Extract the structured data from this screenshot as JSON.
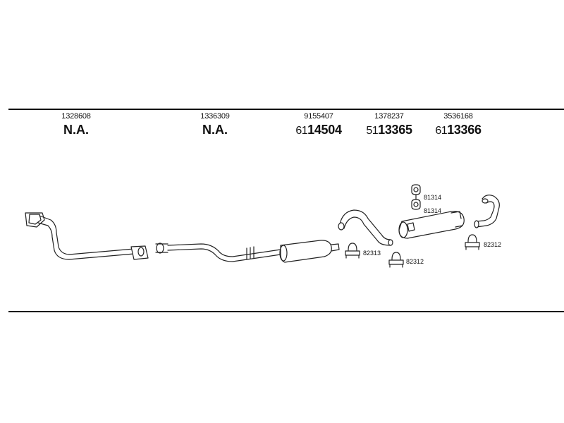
{
  "parts": [
    {
      "oe": "1328608",
      "ref_prefix": "",
      "ref_main": "",
      "ref_na": "N.A."
    },
    {
      "oe": "1336309",
      "ref_prefix": "",
      "ref_main": "",
      "ref_na": "N.A."
    },
    {
      "oe": "9155407",
      "ref_prefix": "61",
      "ref_main": "14504",
      "ref_na": ""
    },
    {
      "oe": "1378237",
      "ref_prefix": "51",
      "ref_main": "13365",
      "ref_na": ""
    },
    {
      "oe": "3536168",
      "ref_prefix": "61",
      "ref_main": "13366",
      "ref_na": ""
    }
  ],
  "callouts": {
    "c1": "82313",
    "c2": "82312",
    "c3": "81314",
    "c4": "81314",
    "c5": "82312"
  }
}
